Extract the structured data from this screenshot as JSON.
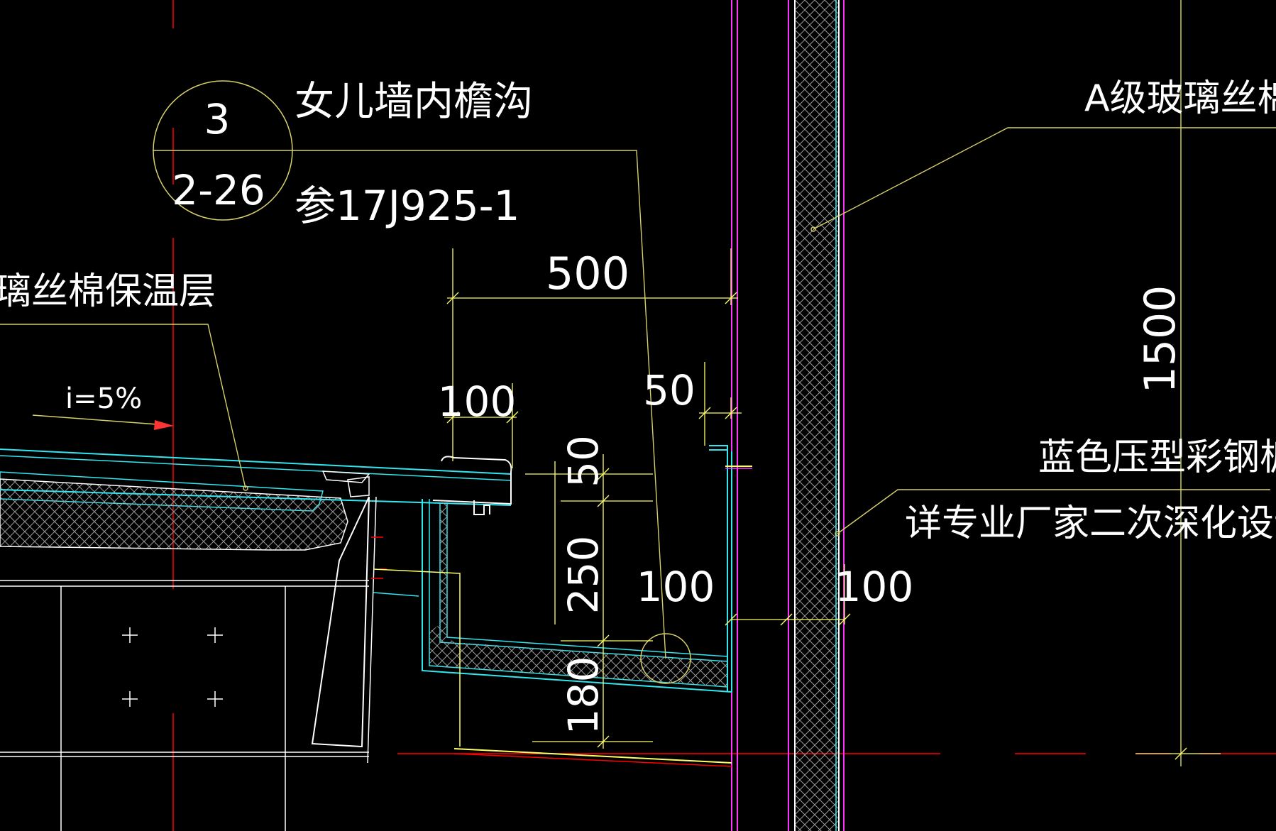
{
  "drawing": {
    "background": "#000000",
    "colors": {
      "centerline": "#ff0000",
      "dimension": "#ffff66",
      "leader": "#d6cf6a",
      "outline": "#ffffff",
      "gutter": "#32e6ef",
      "steel_column": "#ff33ff",
      "insulation_hatch": "#9a9a9a"
    },
    "detail_marker": {
      "number": "3",
      "sheet": "2-26"
    },
    "title": {
      "name": "女儿墙内檐沟",
      "reference": "参17J925-1"
    },
    "labels": {
      "insulation_left": "璃丝棉保温层",
      "slope": "i=5%",
      "insulation_right": "A级玻璃丝棉",
      "panel_name": "蓝色压型彩钢板",
      "panel_note": "详专业厂家二次深化设计"
    },
    "dimensions": {
      "gutter_width": "500",
      "lip_width": "100",
      "offset_50_h": "50",
      "offset_50_v": "50",
      "gutter_depth": "250",
      "gutter_base": "180",
      "gap_inner": "100",
      "gap_wall": "100",
      "parapet_height": "1500"
    }
  }
}
